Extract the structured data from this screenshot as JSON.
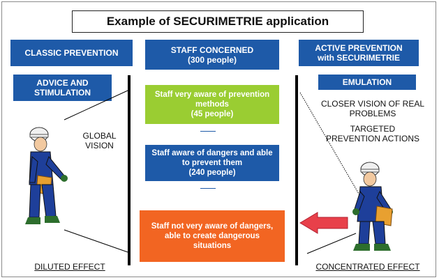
{
  "title": "Example of SECURIMETRIE application",
  "left": {
    "header": "CLASSIC PREVENTION",
    "subheader": "ADVICE AND STIMULATION",
    "note": "GLOBAL VISION",
    "footer": "DILUTED EFFECT"
  },
  "center": {
    "header_line1": "STAFF CONCERNED",
    "header_line2": "(300 people)",
    "box1_line1": "Staff very aware of prevention",
    "box1_line2": "methods",
    "box1_line3": "(45 people)",
    "box2_line1": "Staff aware of dangers and able",
    "box2_line2": "to prevent them",
    "box2_line3": "(240 people)",
    "box3_line1": "Staff not very aware of dangers,",
    "box3_line2": "able to create dangerous",
    "box3_line3": "situations"
  },
  "right": {
    "header_line1": "ACTIVE PREVENTION",
    "header_line2": "with SECURIMETRIE",
    "subheader": "EMULATION",
    "note1_line1": "CLOSER VISION OF REAL",
    "note1_line2": "PROBLEMS",
    "note2_line1": "TARGETED",
    "note2_line2": "PREVENTION ACTIONS",
    "footer": "CONCENTRATED EFFECT"
  },
  "colors": {
    "blue": "#1e5aa8",
    "green": "#9acd32",
    "orange": "#f26522",
    "arrow_red": "#e8404a"
  }
}
